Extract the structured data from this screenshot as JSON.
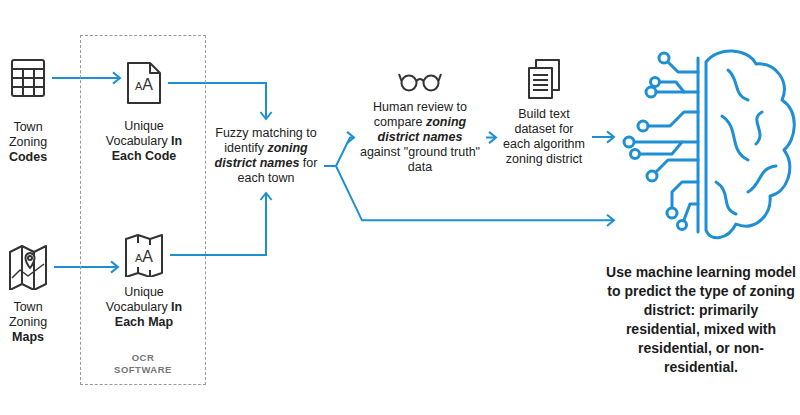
{
  "diagram": {
    "nodes": [
      {
        "text": [
          "Town Zoning Codes"
        ]
      },
      {
        "text": [
          "Town Zoning Maps"
        ]
      },
      {
        "text": [
          "OCR SOFTWARE"
        ]
      },
      {
        "text": [
          "AA",
          "Unique Vocabulary In Each Code"
        ],
        "in": 2
      },
      {
        "text": [
          "AA",
          "Unique Vocabulary In Each Map"
        ],
        "in": 2
      },
      {
        "text": [
          "Fuzzy matching to identify zoning district names for each town"
        ]
      },
      {
        "text": [
          "Human review to compare zoning district names against \"ground truth\" data"
        ]
      },
      {
        "text": [
          "Build text dataset for each algorithm zoning district"
        ]
      },
      {
        "text": [
          "Use machine learning model to predict the type of zoning district: primarily residential, mixed with residential, or non-residential."
        ]
      }
    ],
    "edges": [
      {
        "from": 0,
        "to": 3,
        "arrow": "to"
      },
      {
        "from": 1,
        "to": 4,
        "arrow": "to"
      },
      {
        "from": 3,
        "to": 5,
        "arrow": "to"
      },
      {
        "from": 4,
        "to": 5,
        "arrow": "to"
      },
      {
        "from": 5,
        "to": 6,
        "arrow": "to"
      },
      {
        "from": 6,
        "to": 7,
        "arrow": "to"
      },
      {
        "from": 7,
        "to": 8,
        "arrow": "to"
      },
      {
        "from": 5,
        "to": 8,
        "arrow": "to"
      }
    ]
  }
}
